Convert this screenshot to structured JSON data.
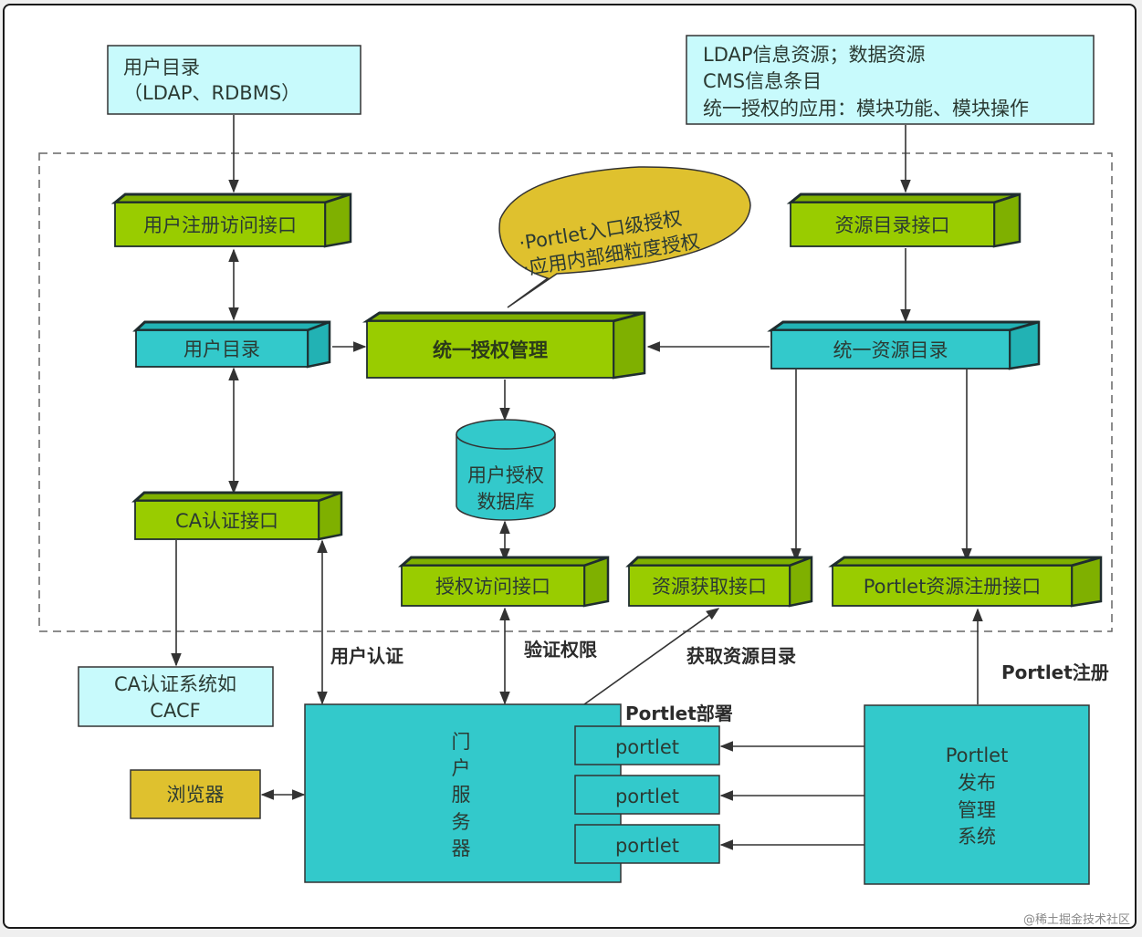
{
  "colors": {
    "light_cyan": "#c8fafc",
    "teal": "#33c9cb",
    "teal_side": "#22b2b4",
    "green": "#99cc00",
    "green_side": "#7fb000",
    "gold": "#dfc12e",
    "line": "#333333",
    "dashed": "#666666"
  },
  "external": {
    "user_directory_source": {
      "line1": "用户目录",
      "line2": "（LDAP、RDBMS）"
    },
    "resource_source": {
      "line1": "LDAP信息资源；数据资源",
      "line2": "CMS信息条目",
      "line3": "统一授权的应用：模块功能、模块操作"
    },
    "ca_system": {
      "line1": "CA认证系统如",
      "line2": "CACF"
    },
    "browser": "浏览器"
  },
  "core": {
    "user_register_interface": "用户注册访问接口",
    "user_directory": "用户目录",
    "unified_auth_management": "统一授权管理",
    "resource_directory_interface": "资源目录接口",
    "unified_resource_directory": "统一资源目录",
    "ca_auth_interface": "CA认证接口",
    "auth_database": {
      "line1": "用户授权",
      "line2": "数据库"
    },
    "auth_access_interface": "授权访问接口",
    "resource_fetch_interface": "资源获取接口",
    "portlet_register_interface": "Portlet资源注册接口"
  },
  "callout": {
    "line1": "·Portlet入口级授权",
    "line2": "·应用内部细粒度授权"
  },
  "portal_server": {
    "chars": [
      "门",
      "户",
      "服",
      "务",
      "器"
    ]
  },
  "portlets": [
    "portlet",
    "portlet",
    "portlet"
  ],
  "portlet_publish_system": {
    "line1": "Portlet",
    "line2": "发布",
    "line3": "管理",
    "line4": "系统"
  },
  "edge_labels": {
    "user_auth": "用户认证",
    "verify_permission": "验证权限",
    "fetch_resource_directory": "获取资源目录",
    "portlet_deploy": "Portlet部署",
    "portlet_register": "Portlet注册"
  },
  "watermark": "@稀土掘金技术社区"
}
